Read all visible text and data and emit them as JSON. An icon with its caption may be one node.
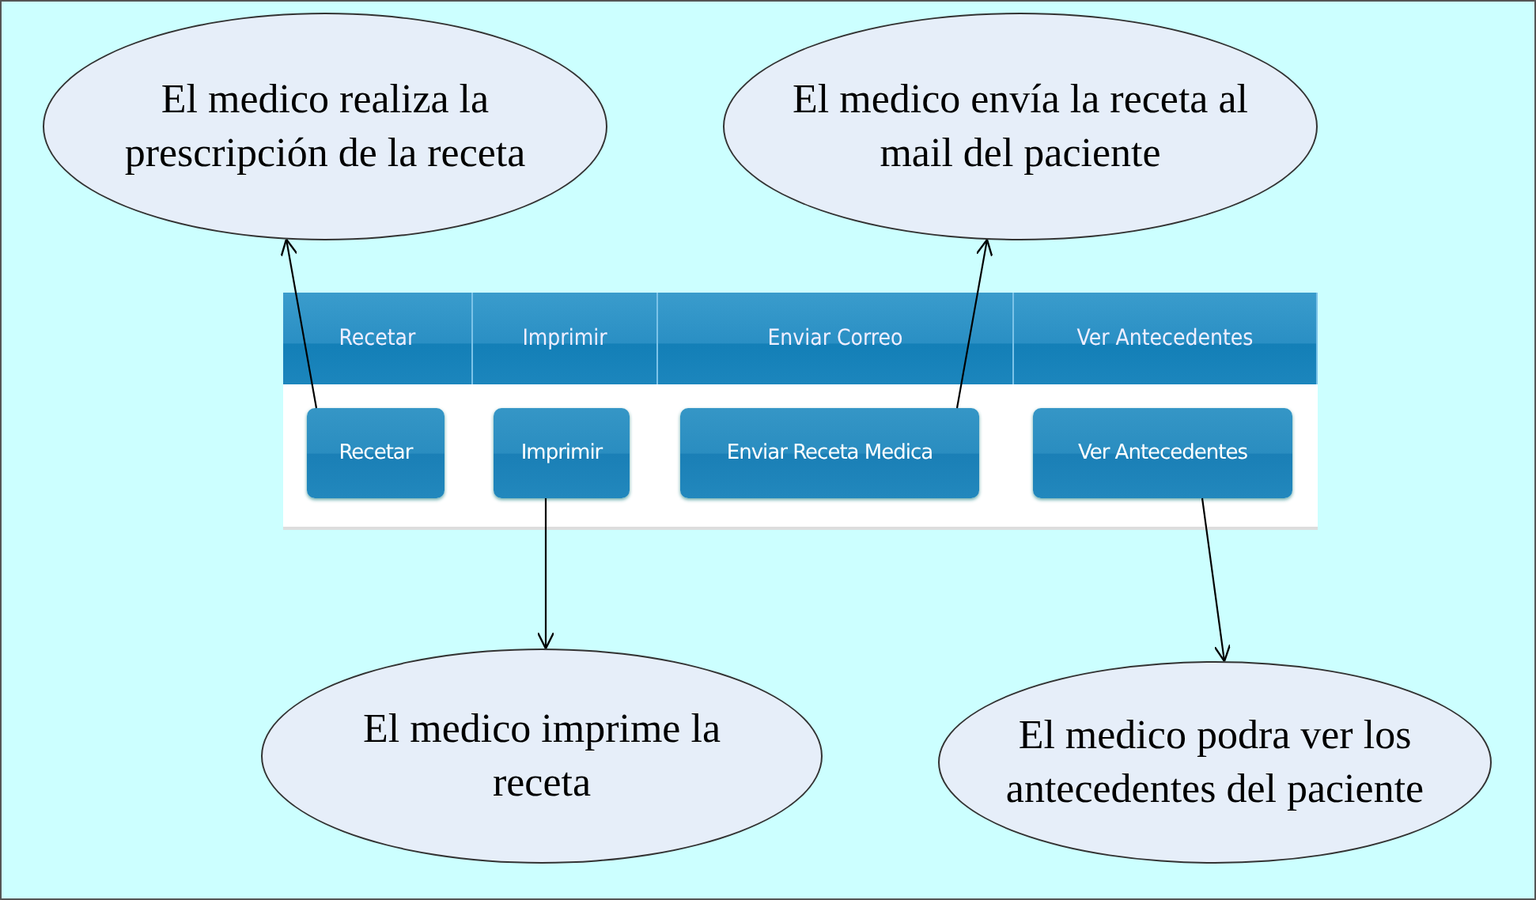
{
  "diagram": {
    "nodes": [
      {
        "text": [
          "El medico realiza la prescripción de la receta"
        ]
      },
      {
        "text": [
          "El medico envía la receta al mail del paciente"
        ]
      },
      {
        "text": [
          "Recetar"
        ]
      },
      {
        "text": [
          "Imprimir"
        ]
      },
      {
        "text": [
          "Enviar Correo"
        ]
      },
      {
        "text": [
          "Ver Antecedentes"
        ]
      },
      {
        "text": [
          "Recetar"
        ]
      },
      {
        "text": [
          "Imprimir"
        ]
      },
      {
        "text": [
          "Enviar Receta Medica"
        ]
      },
      {
        "text": [
          "Ver Antecedentes"
        ]
      },
      {
        "text": [
          "El medico imprime la receta"
        ]
      },
      {
        "text": [
          "El medico podra ver los antecedentes del paciente"
        ]
      }
    ],
    "edges": [
      {
        "from": 6,
        "to": 0,
        "arrow": "to"
      },
      {
        "from": 8,
        "to": 1,
        "arrow": "to"
      },
      {
        "from": 7,
        "to": 10,
        "arrow": "to"
      },
      {
        "from": 9,
        "to": 11,
        "arrow": "to"
      }
    ]
  }
}
